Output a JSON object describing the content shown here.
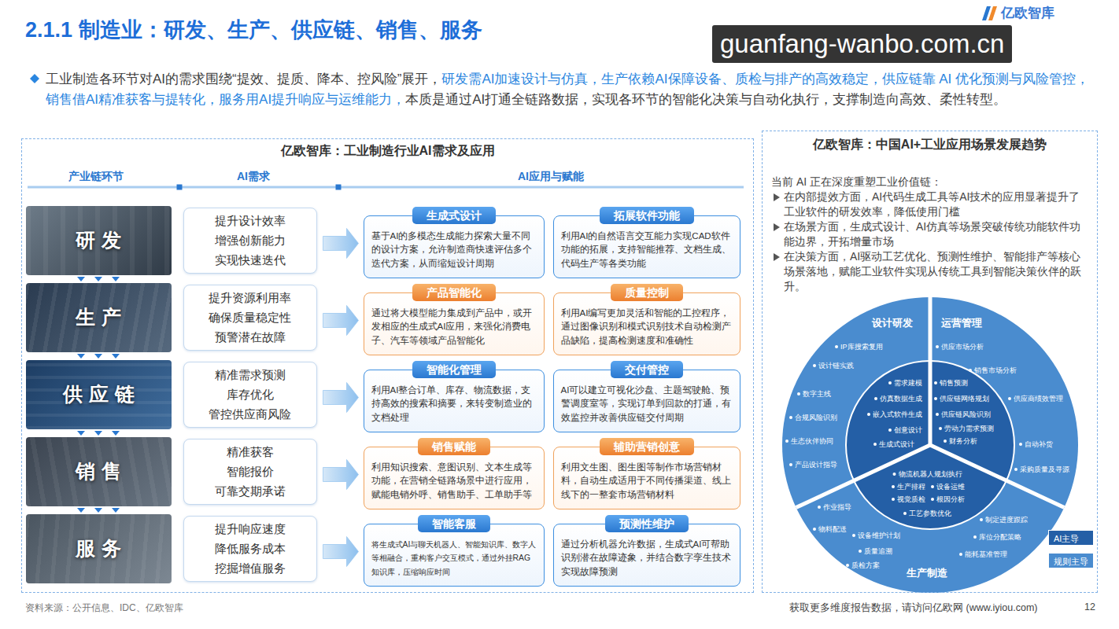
{
  "diagram": {
    "title": "2.1.1 制造业：研发、生产、供应链、销售、服务",
    "nodes": [
      {
        "text": [
          "亿欧智库：工业制造行业AI需求及应用"
        ]
      },
      {
        "text": [
          "研发"
        ],
        "in": 0
      },
      {
        "text": [
          "提升设计效率",
          "增强创新能力",
          "实现快速迭代"
        ],
        "in": 0
      },
      {
        "text": [
          "生成式设计",
          "基于AI的多模态生成能力探索大量不同的设计方案，允许制造商快速评估多个迭代方案，从而缩短设计周期"
        ],
        "in": 0
      },
      {
        "text": [
          "拓展软件功能",
          "利用AI的自然语言交互能力实现CAD软件功能的拓展，支持智能推荐、文档生成、代码生产等各类功能"
        ],
        "in": 0
      },
      {
        "text": [
          "生产"
        ],
        "in": 0
      },
      {
        "text": [
          "提升资源利用率",
          "确保质量稳定性",
          "预警潜在故障"
        ],
        "in": 0
      },
      {
        "text": [
          "产品智能化",
          "通过将大模型能力集成到产品中，或开发相应的生成式AI应用，来强化消费电子、汽车等领域产品智能化"
        ],
        "in": 0
      },
      {
        "text": [
          "质量控制",
          "利用AI编写更加灵活和智能的工控程序，通过图像识别和模式识别技术自动检测产品缺陷，提高检测速度和准确性"
        ],
        "in": 0
      },
      {
        "text": [
          "供应链"
        ],
        "in": 0
      },
      {
        "text": [
          "精准需求预测",
          "库存优化",
          "管控供应商风险"
        ],
        "in": 0
      },
      {
        "text": [
          "智能化管理",
          "利用AI整合订单、库存、物流数据，支持高效的搜索和摘要，来转变制造业的文档处理"
        ],
        "in": 0
      },
      {
        "text": [
          "交付管控",
          "AI可以建立可视化沙盘、主题驾驶舱、预警调度室等，实现订单到回款的打通，有效监控并改善供应链交付周期"
        ],
        "in": 0
      },
      {
        "text": [
          "销售"
        ],
        "in": 0
      },
      {
        "text": [
          "精准获客",
          "智能报价",
          "可靠交期承诺"
        ],
        "in": 0
      },
      {
        "text": [
          "销售赋能",
          "利用知识搜索、意图识别、文本生成等功能，在营销全链路场景中进行应用，赋能电销外呼、销售助手、工单助手等"
        ],
        "in": 0
      },
      {
        "text": [
          "辅助营销创意",
          "利用文生图、图生图等制作市场营销材料，自动生成适用于不同传播渠道、线上线下的一整套市场营销材料"
        ],
        "in": 0
      },
      {
        "text": [
          "服务"
        ],
        "in": 0
      },
      {
        "text": [
          "提升响应速度",
          "降低服务成本",
          "挖掘增值服务"
        ],
        "in": 0
      },
      {
        "text": [
          "智能客服",
          "将生成式AI与聊天机器人、智能知识库、数字人等相融合，重构客户交互模式，通过外挂RAG知识库，压缩响应时间"
        ],
        "in": 0
      },
      {
        "text": [
          "预测性维护",
          "通过分析机器允许数据，生成式AI可帮助识别潜在故障迹象，并结合数字孪生技术实现故障预测"
        ],
        "in": 0
      },
      {
        "text": [
          "亿欧智库：中国AI+工业应用场景发展趋势",
          "当前 AI 正在深度重塑工业价值链：",
          "在内部提效方面，AI代码生成工具等AI技术的应用显著提升了工业软件的研发效率，降低使用门槛",
          "在场景方面，生成式设计、AI仿真等场景突破传统功能软件功能边界，开拓增量市场",
          "在决策方面，AI驱动工艺优化、预测性维护、智能排产等核心场景落地，赋能工业软件实现从传统工具到智能决策伙伴的跃升。"
        ]
      }
    ],
    "edges": [
      {
        "from": 2,
        "to": 3,
        "arrow": "to"
      },
      {
        "from": 6,
        "to": 7,
        "arrow": "to"
      },
      {
        "from": 10,
        "to": 11,
        "arrow": "to"
      },
      {
        "from": 14,
        "to": 15,
        "arrow": "to"
      },
      {
        "from": 18,
        "to": 19,
        "arrow": "to"
      }
    ],
    "labels": [
      "亿欧智库",
      "guanfang-wanbo.com.cn",
      "工业制造各环节对AI的需求围绕“提效、提质、降本、控风险”展开，",
      "研发需AI加速设计与仿真，生产依赖AI保障设备、质检与排产的高效稳定，供应链靠 AI 优化预测与风险管控，销售借AI精准获客与提转化，服务用AI提升响应与运维能力，",
      "本质是通过AI打通全链路数据，实现各环节的智能化决策与自动化执行，支撑制造向高效、柔性转型。",
      "产业链环节",
      "AI需求",
      "AI应用与赋能",
      "设计研发",
      "运营管理",
      "生产制造",
      "IP库搜索复用",
      "设计链实践",
      "数字主线",
      "合规风险识别",
      "生态伙伴协同",
      "产品设计指导",
      "需求建模",
      "仿真数据生成",
      "嵌入式软件生成",
      "创意设计",
      "生成式设计",
      "供应市场分析",
      "销售市场分析",
      "供应商绩效管理",
      "自动补货",
      "采购质量及寻源",
      "销售预测",
      "供应链网络规划",
      "供应链风险识别",
      "劳动力需求预测",
      "财务分析",
      "物流机器人规划执行",
      "生产排程",
      "设备运维",
      "视觉质检",
      "根因分析",
      "工艺参数优化",
      "作业指导",
      "物料配送",
      "设备维护计划",
      "质量追溯",
      "质检方案",
      "制定进度跟踪",
      "库位分配策略",
      "能耗基准管理",
      "资料来源：公开信息、IDC、亿欧智库",
      "获取更多维度报告数据，请访问亿欧网 (www.iyiou.com)",
      "12"
    ],
    "legend": [
      {
        "text": "AI主导",
        "color": "#245fa6"
      },
      {
        "text": "规则主导",
        "color": "#4a8ccf"
      }
    ]
  }
}
